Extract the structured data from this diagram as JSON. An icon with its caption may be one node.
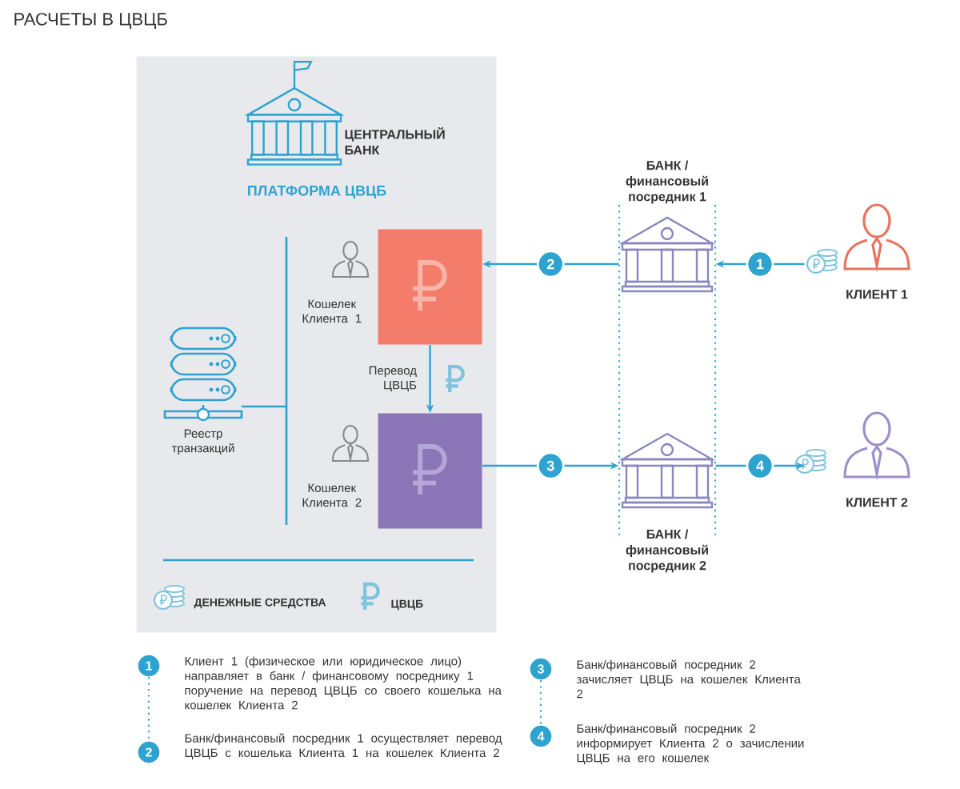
{
  "diagram": {
    "title": "РАСЧЕТЫ В ЦВЦБ",
    "nodes": [
      {
        "text": [
          "ЦЕНТРАЛЬНЫЙ БАНК",
          "ПЛАТФОРМА ЦВЦБ"
        ]
      },
      {
        "text": [
          "Кошелек Клиента 1"
        ],
        "in": 0
      },
      {
        "text": [
          "Кошелек Клиента 2"
        ],
        "in": 0
      },
      {
        "text": [
          "Реестр транзакций"
        ],
        "in": 0
      },
      {
        "text": [
          "БАНК / финансовый посредник 1"
        ]
      },
      {
        "text": [
          "БАНК / финансовый посредник 2"
        ]
      },
      {
        "text": [
          "КЛИЕНТ 1"
        ]
      },
      {
        "text": [
          "КЛИЕНТ 2"
        ]
      }
    ],
    "edges": [
      {
        "from": 6,
        "to": 4,
        "arrow": "to",
        "label": "1"
      },
      {
        "from": 4,
        "to": 1,
        "arrow": "to",
        "label": "2"
      },
      {
        "from": 2,
        "to": 5,
        "arrow": "to",
        "label": "3"
      },
      {
        "from": 5,
        "to": 7,
        "arrow": "to",
        "label": "4"
      },
      {
        "from": 1,
        "to": 2,
        "arrow": "to",
        "label": "Перевод ЦВЦБ"
      }
    ],
    "labels": [
      "1",
      "Клиент 1 (физическое или юридическое лицо) направляет в банк / финансовому посреднику 1 поручение на перевод ЦВЦБ со своего кошелька на кошелек Клиента 2",
      "2",
      "Банк/финансовый посредник 1 осуществляет перевод ЦВЦБ с кошелька Клиента 1 на кошелек Клиента 2",
      "3",
      "Банк/финансовый посредник 2 зачисляет ЦВЦБ на кошелек Клиента 2",
      "4",
      "Банк/финансовый посредник 2 информирует Клиента 2 о зачислении ЦВЦБ на его кошелек"
    ],
    "legend": [
      {
        "text": "ДЕНЕЖНЫЕ СРЕДСТВА"
      },
      {
        "text": "ЦВЦБ"
      }
    ]
  }
}
